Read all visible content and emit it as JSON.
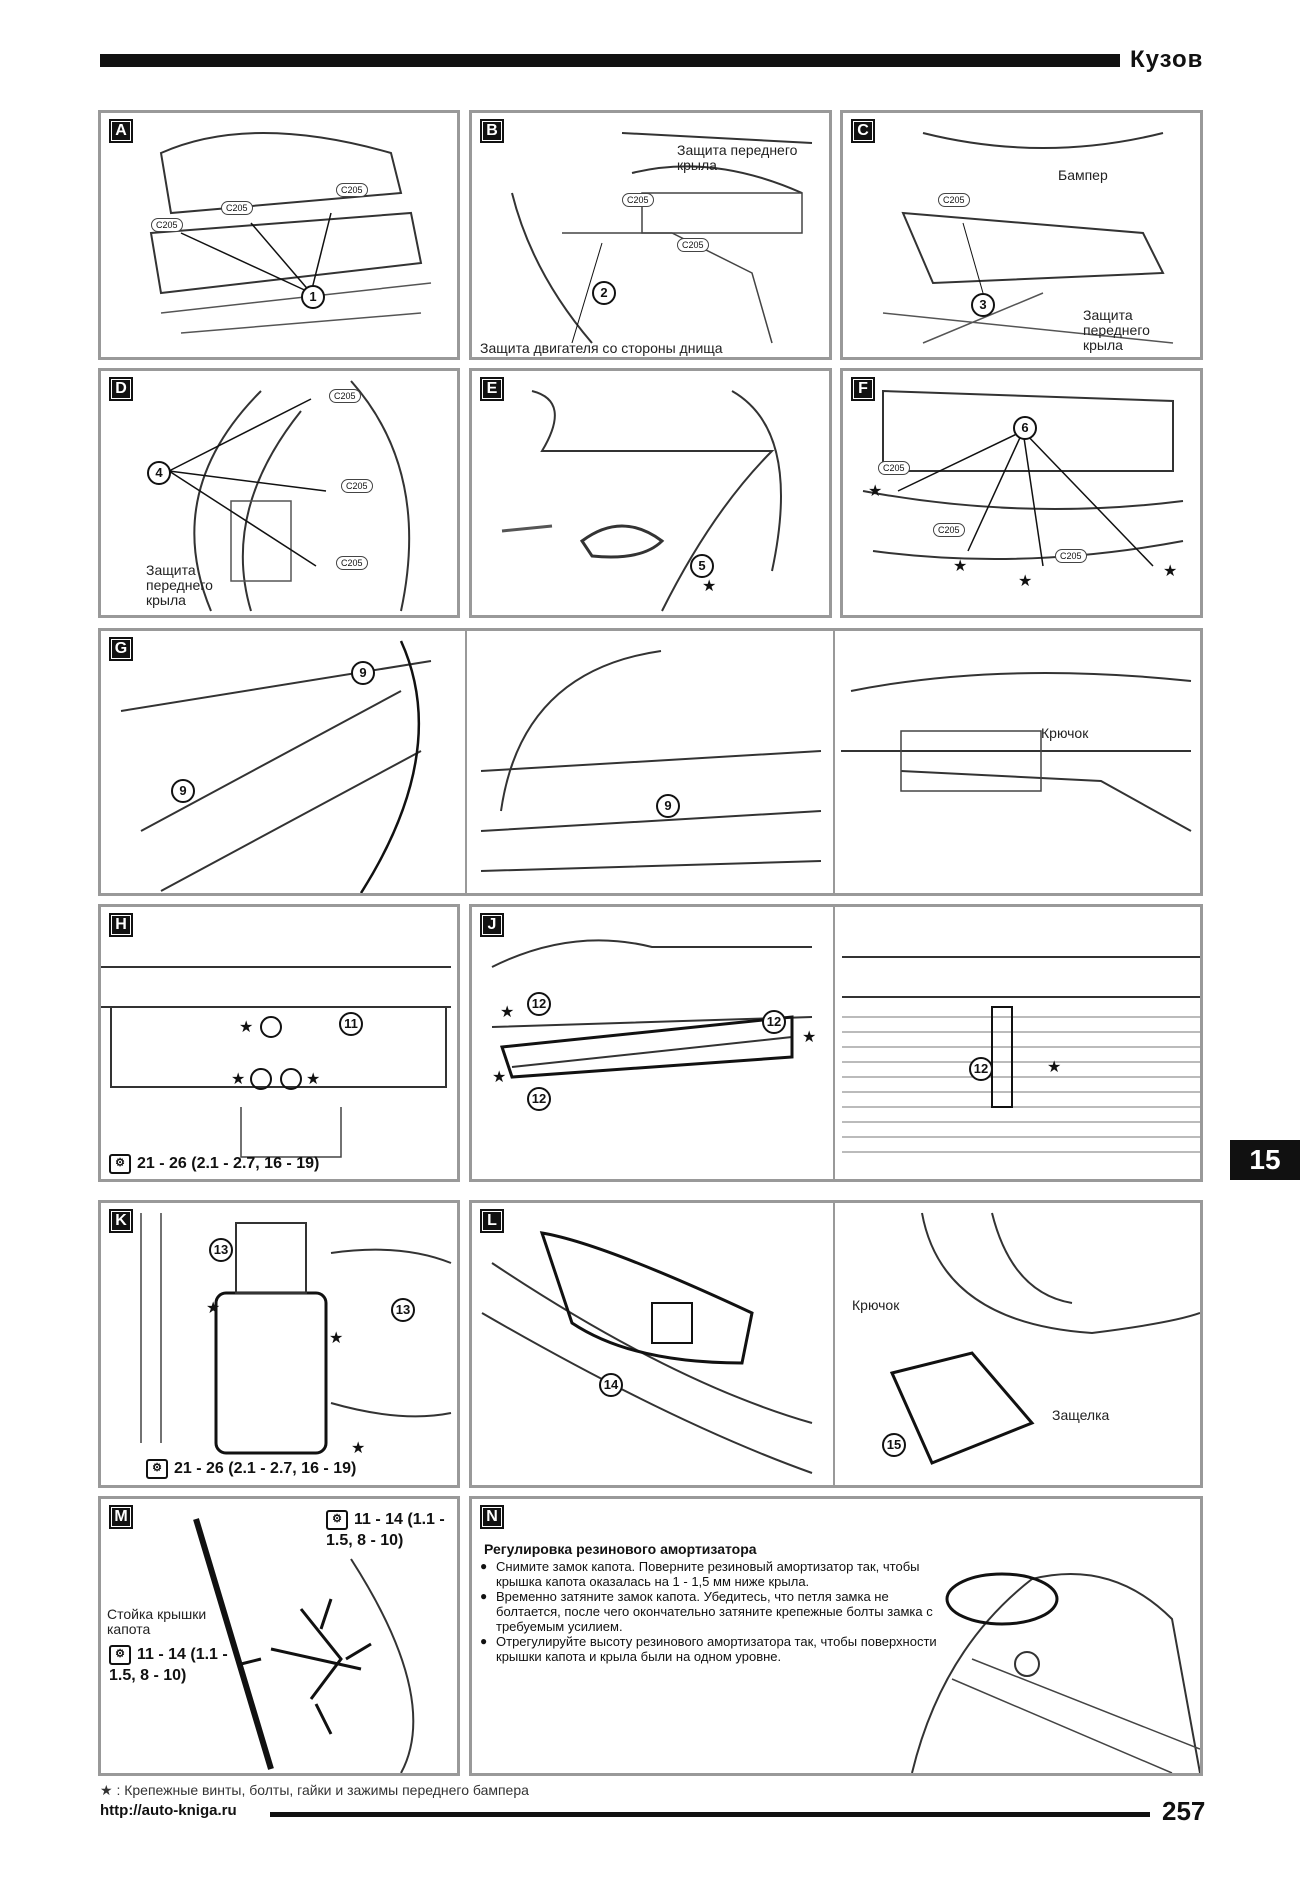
{
  "header": {
    "section": "Кузов"
  },
  "panels": {
    "A": {
      "label": "A",
      "callouts": {
        "num1": "1",
        "c205": "C205"
      }
    },
    "B": {
      "label": "B",
      "callouts": {
        "front_fender_guard": "Защита переднего крыла",
        "engine_undercover": "Защита двигателя со стороны днища",
        "num2": "2",
        "c205": "C205"
      }
    },
    "C": {
      "label": "C",
      "callouts": {
        "bumper": "Бампер",
        "front_fender_guard": "Защита переднего крыла",
        "num3": "3",
        "c205": "C205"
      }
    },
    "D": {
      "label": "D",
      "callouts": {
        "num4": "4",
        "front_fender_guard": "Защита переднего крыла",
        "c205": "C205"
      }
    },
    "E": {
      "label": "E",
      "callouts": {
        "num5": "5"
      }
    },
    "F": {
      "label": "F",
      "callouts": {
        "num6": "6",
        "c205": "C205"
      }
    },
    "G": {
      "label": "G",
      "callouts": {
        "num9": "9",
        "hook": "Крючок"
      }
    },
    "H": {
      "label": "H",
      "callouts": {
        "num11": "11"
      },
      "torque": "21 - 26 (2.1 - 2.7, 16 - 19)"
    },
    "J": {
      "label": "J",
      "callouts": {
        "num12": "12"
      }
    },
    "K": {
      "label": "K",
      "callouts": {
        "num13": "13"
      },
      "torque": "21 - 26 (2.1 - 2.7, 16 - 19)"
    },
    "L": {
      "label": "L",
      "callouts": {
        "num14": "14",
        "num15": "15",
        "hook": "Крючок",
        "latch": "Защелка"
      }
    },
    "M": {
      "label": "M",
      "callouts": {
        "hood_stay": "Стойка крышки капота"
      },
      "torque_upper": "11 - 14 (1.1 - 1.5, 8 - 10)",
      "torque_lower": "11 - 14 (1.1 - 1.5, 8 - 10)"
    },
    "N": {
      "label": "N",
      "title": "Регулировка резинового амортизатора",
      "steps": [
        "Снимите замок капота. Поверните резиновый амортизатор так, чтобы крышка капота оказалась на 1 - 1,5 мм ниже крыла.",
        "Временно затяните замок капота. Убедитесь, что петля замка не болтается, после чего окончательно затяните крепежные болты замка с требуемым усилием.",
        "Отрегулируйте высоту резинового амортизатора так, чтобы поверхности крышки капота и крыла были на одном уровне."
      ]
    }
  },
  "side_tab": "15",
  "footnote": "★ : Крепежные винты, болты, гайки и зажимы переднего бампера",
  "footer": {
    "url": "http://auto-kniga.ru",
    "page_number": "257"
  }
}
